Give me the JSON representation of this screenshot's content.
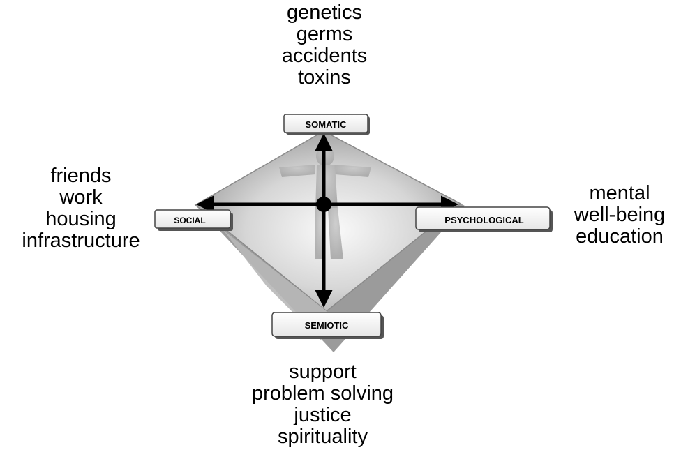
{
  "nodes": {
    "top": "SOMATIC",
    "left": "SOCIAL",
    "right": "PSYCHOLOGICAL",
    "bottom": "SEMIOTIC"
  },
  "groups": {
    "top": [
      "genetics",
      "germs",
      "accidents",
      "toxins"
    ],
    "left": [
      "friends",
      "work",
      "housing",
      "infrastructure"
    ],
    "right": [
      "mental",
      "well-being",
      "education"
    ],
    "bottom": [
      "support",
      "problem solving",
      "justice",
      "spirituality"
    ]
  },
  "figure": "human-silhouette"
}
